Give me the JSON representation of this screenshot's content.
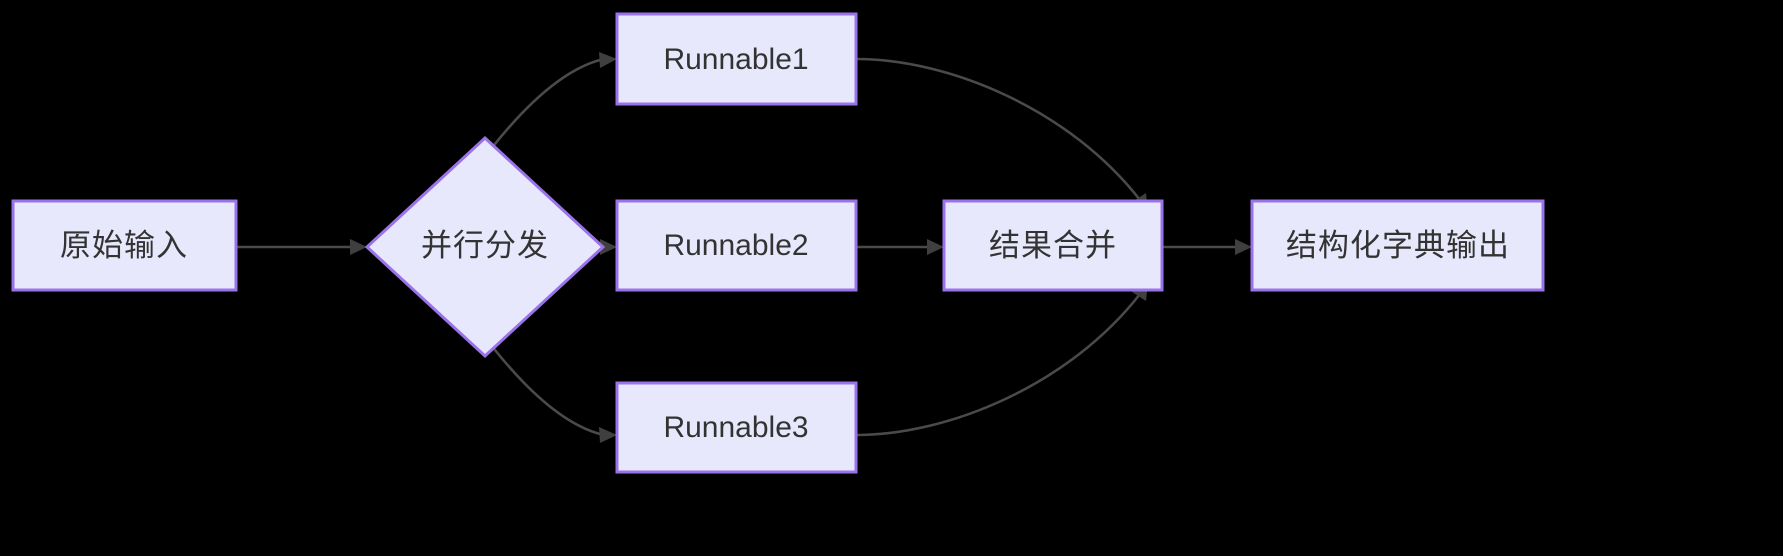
{
  "diagram": {
    "type": "flowchart",
    "orientation": "left-to-right",
    "background_color": "#000000",
    "node_fill_color": "#e8e8fc",
    "node_stroke_color": "#9a72ea",
    "node_text_color": "#333333",
    "edge_color": "#4a4a4a",
    "nodes": {
      "input": {
        "label": "原始输入",
        "shape": "rectangle"
      },
      "dispatch": {
        "label": "并行分发",
        "shape": "diamond"
      },
      "runnable1": {
        "label": "Runnable1",
        "shape": "rectangle"
      },
      "runnable2": {
        "label": "Runnable2",
        "shape": "rectangle"
      },
      "runnable3": {
        "label": "Runnable3",
        "shape": "rectangle"
      },
      "merge": {
        "label": "结果合并",
        "shape": "rectangle"
      },
      "output": {
        "label": "结构化字典输出",
        "shape": "rectangle"
      }
    },
    "edges": [
      {
        "from": "input",
        "to": "dispatch",
        "label": ""
      },
      {
        "from": "dispatch",
        "to": "runnable1",
        "label": ""
      },
      {
        "from": "dispatch",
        "to": "runnable2",
        "label": ""
      },
      {
        "from": "dispatch",
        "to": "runnable3",
        "label": ""
      },
      {
        "from": "runnable1",
        "to": "merge",
        "label": ""
      },
      {
        "from": "runnable2",
        "to": "merge",
        "label": ""
      },
      {
        "from": "runnable3",
        "to": "merge",
        "label": ""
      },
      {
        "from": "merge",
        "to": "output",
        "label": ""
      }
    ]
  }
}
